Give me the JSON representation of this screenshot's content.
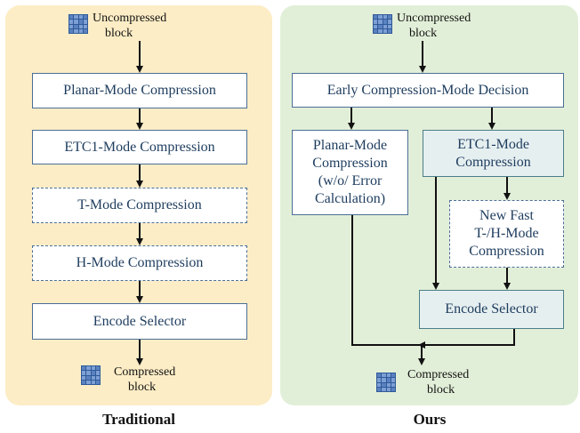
{
  "traditional": {
    "input_label_line1": "Uncompressed",
    "input_label_line2": "block",
    "steps": [
      "Planar-Mode Compression",
      "ETC1-Mode Compression",
      "T-Mode Compression",
      "H-Mode Compression",
      "Encode Selector"
    ],
    "output_label_line1": "Compressed",
    "output_label_line2": "block",
    "caption": "Traditional"
  },
  "ours": {
    "input_label_line1": "Uncompressed",
    "input_label_line2": "block",
    "decision": "Early Compression-Mode Decision",
    "planar_line1": "Planar-Mode",
    "planar_line2": "Compression",
    "planar_line3": "(w/o/ Error",
    "planar_line4": "Calculation)",
    "etc1_line1": "ETC1-Mode",
    "etc1_line2": "Compression",
    "fast_line1": "New Fast",
    "fast_line2": "T-/H-Mode",
    "fast_line3": "Compression",
    "encode": "Encode Selector",
    "output_label_line1": "Compressed",
    "output_label_line2": "block",
    "caption": "Ours"
  },
  "colors": {
    "left_panel_bg": "#fdedc6",
    "right_panel_bg": "#e2efd8",
    "box_border": "#4a6e96",
    "box_text": "#1d3c5e",
    "icon_blue": "#2f5a9a"
  },
  "icons": [
    "block-grid-icon"
  ]
}
